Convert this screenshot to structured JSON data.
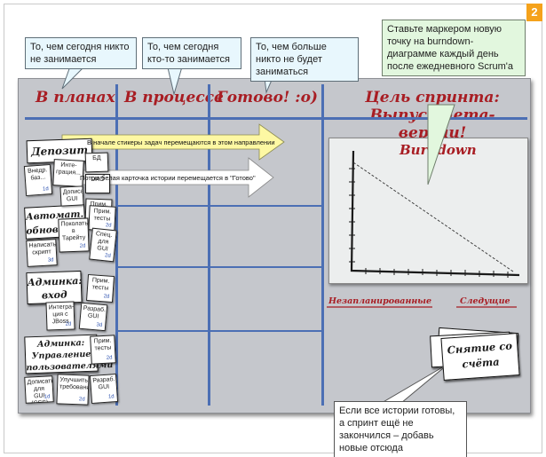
{
  "badge": "2",
  "callouts": {
    "backlog": "То, чем сегодня никто не занимается",
    "in_progress": "То, чем сегодня кто-то занимается",
    "done": "То, чем больше никто не будет заниматься",
    "burndown": "Ставьте маркером новую точку на burndown-диаграмме каждый день после ежедневного Scrum'а",
    "unplanned": "Если все истории готовы, а спринт ещё не закончился – добавь новые отсюда"
  },
  "columns": {
    "todo": "В планах",
    "in_progress": "В процессе",
    "done": "Готово! :о)",
    "goal": "Цель спринта: Выпуск бета-версии!"
  },
  "arrows": {
    "yellow": "В начале стикеры задач перемещаются в этом направлении",
    "white": "Потом белая карточка истории перемещается в \"Готово\""
  },
  "burndown": {
    "title": "Burndown"
  },
  "bottom_labels": {
    "unplanned": "Незапланированные",
    "next": "Следущие"
  },
  "stories": {
    "deposit": "Депозит",
    "migration": "Автомат. обновление",
    "admin_login": "Админка: вход",
    "admin_users": "Админка: Управление пользователями",
    "backlog_item": "Снятие со счёта"
  },
  "tasks": {
    "t1": {
      "text": "Инте-грация...",
      "sp": ""
    },
    "t2": {
      "text": "БД",
      "sp": ""
    },
    "t3": {
      "text": "DAO",
      "sp": ""
    },
    "t4": {
      "text": "Внедр. баз...",
      "sp": "1d"
    },
    "t5": {
      "text": "Прим. тесты",
      "sp": "2d"
    },
    "t6": {
      "text": "Дописать GUI",
      "sp": ""
    },
    "t7": {
      "text": "Прим. тесты",
      "sp": "2d"
    },
    "t8": {
      "text": "Поколаться в Тарейту",
      "sp": "2d"
    },
    "t9": {
      "text": "Спец. для GUI",
      "sp": "2d"
    },
    "t10": {
      "text": "Написать скрипт",
      "sp": "3d"
    },
    "t11": {
      "text": "Прим. тесты",
      "sp": "2d"
    },
    "t12": {
      "text": "Интегра-ция с JBoss",
      "sp": "2d"
    },
    "t13": {
      "text": "Разраб. GUI",
      "sp": "3d"
    },
    "t14": {
      "text": "Прим. тесты",
      "sp": "2d"
    },
    "t15": {
      "text": "Дописать для GUI (CSS)",
      "sp": "1d"
    },
    "t16": {
      "text": "Улучшить требования",
      "sp": "2d"
    },
    "t17": {
      "text": "Разраб. GUI",
      "sp": "1d"
    }
  }
}
